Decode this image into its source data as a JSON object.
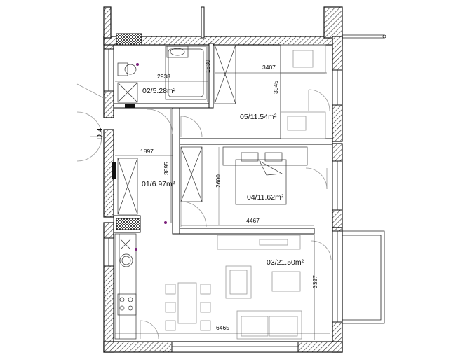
{
  "plan": {
    "rooms": [
      {
        "id": "01",
        "label": "01/6.97m²"
      },
      {
        "id": "02",
        "label": "02/5.28m²"
      },
      {
        "id": "03",
        "label": "03/21.50m²"
      },
      {
        "id": "04",
        "label": "04/11.62m²"
      },
      {
        "id": "05",
        "label": "05/11.54m²"
      }
    ],
    "dimensions": {
      "d2938": "2938",
      "d1830": "1830",
      "d3407": "3407",
      "d3945": "3945",
      "d1897": "1897",
      "d3895": "3895",
      "d2600": "2600",
      "d4467": "4467",
      "d3327": "3327",
      "d6465": "6465"
    },
    "section_marker": "D-4"
  }
}
